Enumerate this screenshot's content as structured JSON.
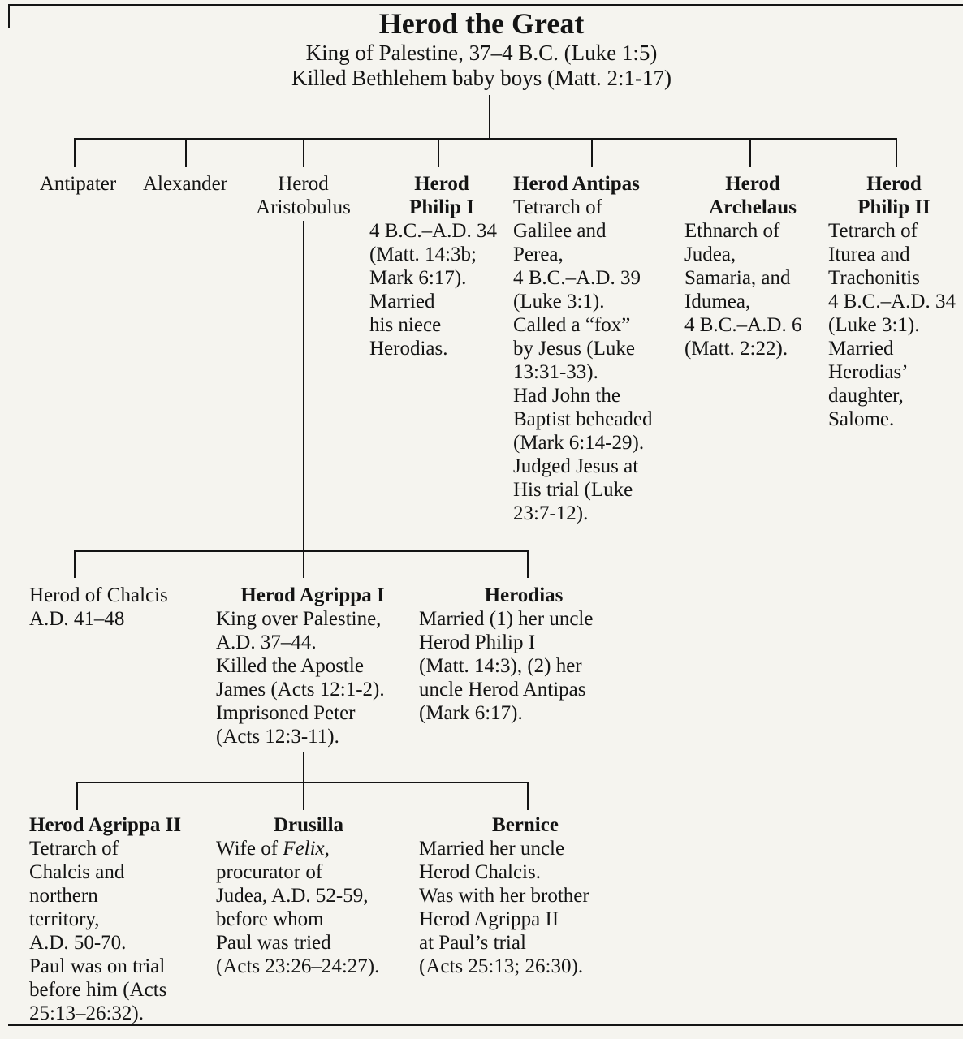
{
  "root": {
    "name": "Herod the Great",
    "line1": "King of Palestine, 37–4 B.C. (Luke 1:5)",
    "line2": "Killed Bethlehem baby boys (Matt. 2:1-17)"
  },
  "gen1": {
    "antipater": {
      "name": "Antipater"
    },
    "alexander": {
      "name": "Alexander"
    },
    "aristobulus": {
      "name": "Herod\nAristobulus"
    },
    "philip1": {
      "name": "Herod\nPhilip I",
      "desc": "4 B.C.–A.D. 34\n(Matt. 14:3b;\nMark 6:17).\nMarried\nhis niece\nHerodias."
    },
    "antipas": {
      "name": "Herod Antipas",
      "desc": "Tetrarch of\nGalilee and\nPerea,\n4 B.C.–A.D. 39\n(Luke 3:1).\nCalled a “fox”\nby Jesus (Luke\n13:31-33).\nHad John the\nBaptist beheaded\n(Mark 6:14-29).\nJudged Jesus at\nHis trial (Luke\n23:7-12)."
    },
    "archelaus": {
      "name": "Herod\nArchelaus",
      "desc": "Ethnarch of\nJudea,\nSamaria, and\nIdumea,\n4 B.C.–A.D. 6\n(Matt. 2:22)."
    },
    "philip2": {
      "name": "Herod\nPhilip II",
      "desc": "Tetrarch of\nIturea and\nTrachonitis\n4 B.C.–A.D. 34\n(Luke 3:1).\nMarried\nHerodias’\ndaughter,\nSalome."
    }
  },
  "gen2": {
    "chalcis": {
      "name": "Herod of Chalcis",
      "desc": "A.D. 41–48"
    },
    "agrippa1": {
      "name": "Herod Agrippa I",
      "desc": "King over Palestine,\nA.D. 37–44.\nKilled the Apostle\nJames (Acts 12:1-2).\nImprisoned Peter\n(Acts 12:3-11)."
    },
    "herodias": {
      "name": "Herodias",
      "desc": "Married (1) her uncle\nHerod Philip I\n(Matt. 14:3), (2) her\nuncle Herod Antipas\n(Mark 6:17)."
    }
  },
  "gen3": {
    "agrippa2": {
      "name": "Herod Agrippa II",
      "desc": "Tetrarch of\nChalcis and\nnorthern\nterritory,\nA.D. 50-70.\nPaul was on trial\nbefore him (Acts\n25:13–26:32)."
    },
    "drusilla": {
      "name": "Drusilla",
      "desc_pre": "Wife of ",
      "desc_italic": "Felix",
      "desc_post": ",\nprocurator of\nJudea, A.D. 52-59,\nbefore whom\nPaul was tried\n(Acts 23:26–24:27)."
    },
    "bernice": {
      "name": "Bernice",
      "desc": "Married her uncle\nHerod Chalcis.\nWas with her brother\nHerod Agrippa II\nat Paul’s trial\n(Acts 25:13; 26:30)."
    }
  }
}
